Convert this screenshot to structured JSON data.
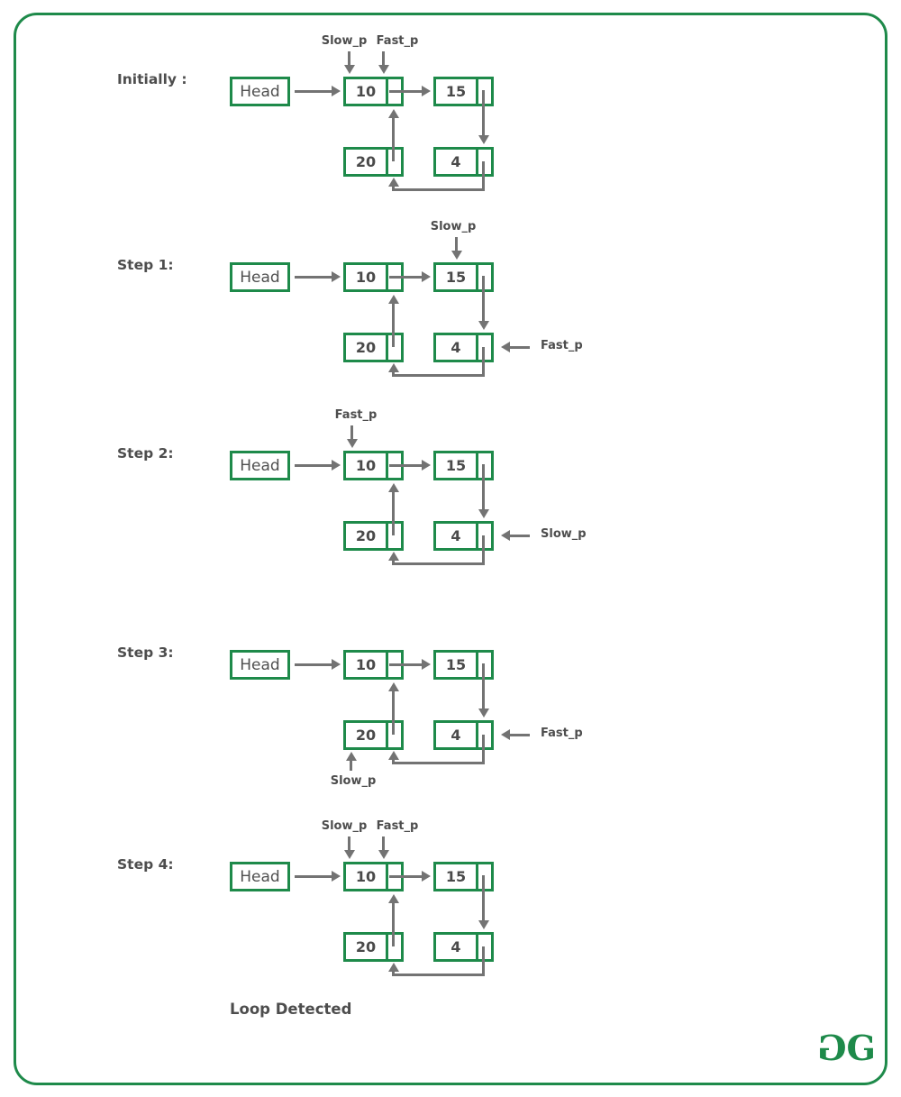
{
  "colors": {
    "green": "#1e8a4a",
    "arrow_gray": "#737373",
    "text_gray": "#4d4d4d"
  },
  "panels": [
    {
      "id": "initially",
      "label": "Initially :",
      "head": "Head",
      "nodes": [
        "10",
        "15",
        "20",
        "4"
      ],
      "pointers": [
        {
          "label": "Slow_p",
          "position": "above-node1-data"
        },
        {
          "label": "Fast_p",
          "position": "above-node1-next"
        }
      ]
    },
    {
      "id": "step-1",
      "label": "Step 1:",
      "head": "Head",
      "nodes": [
        "10",
        "15",
        "20",
        "4"
      ],
      "pointers": [
        {
          "label": "Slow_p",
          "position": "above-node2"
        },
        {
          "label": "Fast_p",
          "position": "right-of-node4"
        }
      ]
    },
    {
      "id": "step-2",
      "label": "Step 2:",
      "head": "Head",
      "nodes": [
        "10",
        "15",
        "20",
        "4"
      ],
      "pointers": [
        {
          "label": "Fast_p",
          "position": "above-node1"
        },
        {
          "label": "Slow_p",
          "position": "right-of-node4"
        }
      ]
    },
    {
      "id": "step-3",
      "label": "Step 3:",
      "head": "Head",
      "nodes": [
        "10",
        "15",
        "20",
        "4"
      ],
      "pointers": [
        {
          "label": "Slow_p",
          "position": "below-node3"
        },
        {
          "label": "Fast_p",
          "position": "right-of-node4"
        }
      ]
    },
    {
      "id": "step-4",
      "label": "Step 4:",
      "head": "Head",
      "nodes": [
        "10",
        "15",
        "20",
        "4"
      ],
      "pointers": [
        {
          "label": "Slow_p",
          "position": "above-node1-data"
        },
        {
          "label": "Fast_p",
          "position": "above-node1-next"
        }
      ]
    }
  ],
  "result_text": "Loop Detected",
  "logo": {
    "first_letter": "G",
    "second_letter": "G"
  }
}
